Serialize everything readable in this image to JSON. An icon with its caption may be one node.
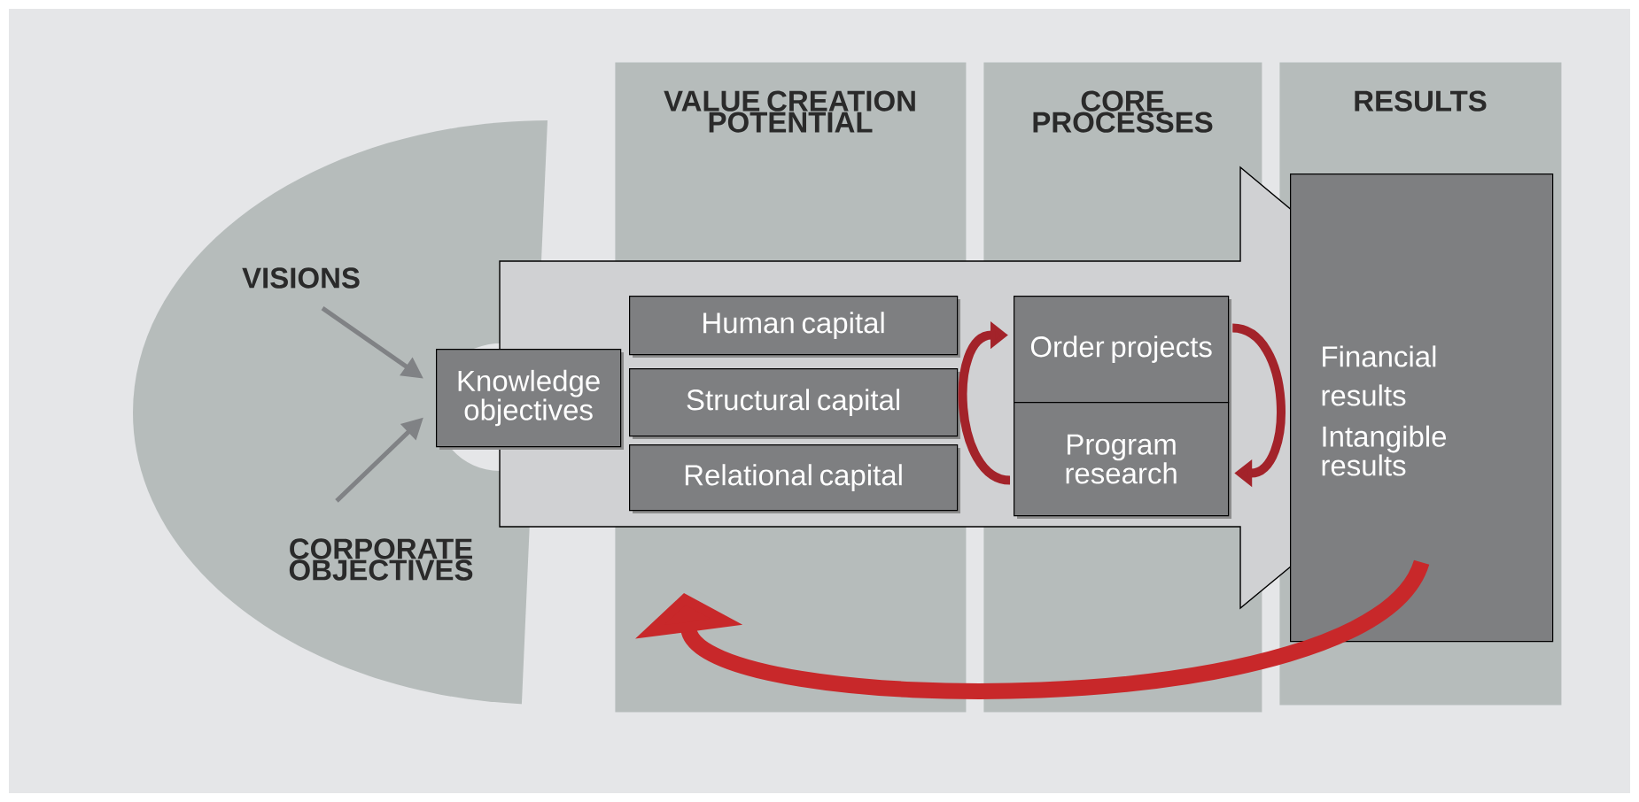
{
  "diagram": {
    "nodes": [
      {
        "text": [
          "VALUE CREATION POTENTIAL"
        ]
      },
      {
        "text": [
          "CORE PROCESSES"
        ]
      },
      {
        "text": [
          "RESULTS"
        ]
      },
      {
        "text": [
          "VISIONS"
        ]
      },
      {
        "text": [
          "CORPORATE OBJECTIVES"
        ]
      },
      {
        "text": [
          "Knowledge objectives"
        ]
      },
      {
        "text": [
          "Human capital"
        ],
        "in": 0
      },
      {
        "text": [
          "Structural capital"
        ],
        "in": 0
      },
      {
        "text": [
          "Relational capital"
        ],
        "in": 0
      },
      {
        "text": [
          "Order projects"
        ],
        "in": 1
      },
      {
        "text": [
          "Program research"
        ],
        "in": 1
      },
      {
        "text": [
          "Financial results",
          "Intangible results"
        ],
        "in": 2
      }
    ],
    "edges": [
      {
        "from": 3,
        "to": 5,
        "arrow": "to",
        "color": "#808285"
      },
      {
        "from": 4,
        "to": 5,
        "arrow": "to",
        "color": "#808285"
      },
      {
        "from": 10,
        "to": 9,
        "arrow": "to",
        "color": "#a3232a"
      },
      {
        "from": 9,
        "to": 10,
        "arrow": "to",
        "color": "#a3232a"
      },
      {
        "from": 11,
        "to": null,
        "arrow": "to",
        "style": "thick",
        "color": "#c8282a"
      },
      {
        "from": 5,
        "to": 11,
        "arrow": "to",
        "style": "thick",
        "color": "#d0d1d3"
      }
    ]
  }
}
